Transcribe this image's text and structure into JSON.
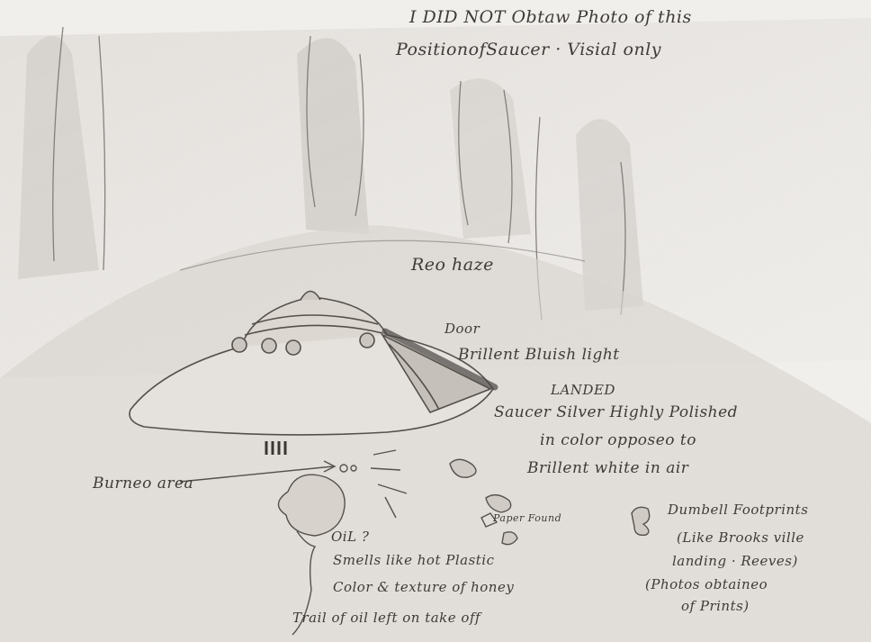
{
  "header_note": {
    "line1": "I DID NOT Obtaw Photo of this",
    "line2": "PositionofSaucer · Visial only"
  },
  "labels": {
    "red_haze": "Reo haze",
    "door": "Door",
    "bluish_light": "Brillent Bluish light",
    "landed": "LANDED",
    "saucer_desc_1": "Saucer Silver Highly Polished",
    "saucer_desc_2": "in color opposeo to",
    "saucer_desc_3": "Brillent white in air",
    "burned_area": "Burneo area",
    "paper_found": "Paper Found",
    "dumbell_1": "Dumbell Footprints",
    "dumbell_2": "(Like Brooks ville",
    "dumbell_3": "landing · Reeves)",
    "photos_1": "(Photos obtaineo",
    "photos_2": "of Prints)",
    "oil_1": "OiL ?",
    "oil_2": "Smells like hot Plastic",
    "oil_3": "Color & texture of honey",
    "trail": "Trail of oil left on take off"
  }
}
